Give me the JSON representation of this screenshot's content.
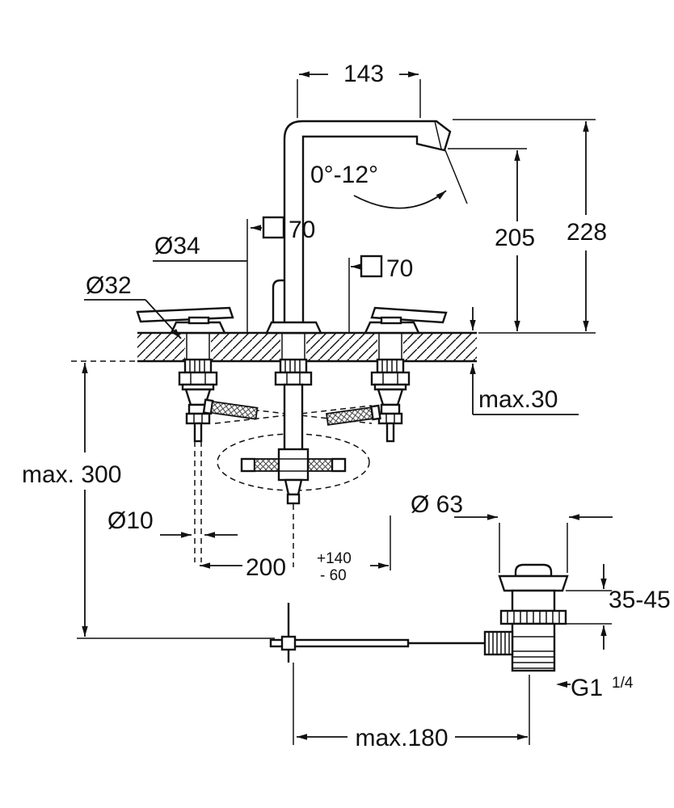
{
  "drawing": {
    "kind": "faucet-installation-dimensional-drawing",
    "line_color": "#111111",
    "background": "#ffffff"
  },
  "labels": {
    "spout_reach": "143",
    "swivel_angle": "0°-12°",
    "spout_height": "205",
    "total_height": "228",
    "plate_top": "70",
    "plate_mid": "70",
    "dia_34": "Ø34",
    "dia_32": "Ø32",
    "max_counter_thickness": "max.30",
    "max_depth": "max. 300",
    "dia_10": "Ø10",
    "hole_distance": "200",
    "hole_distance_plus": "+140",
    "hole_distance_minus": "- 60",
    "dia_63": "Ø 63",
    "clamp_range": "35-45",
    "thread_size": "G1",
    "thread_fraction": "1/4",
    "max_rod_distance": "max.180"
  }
}
